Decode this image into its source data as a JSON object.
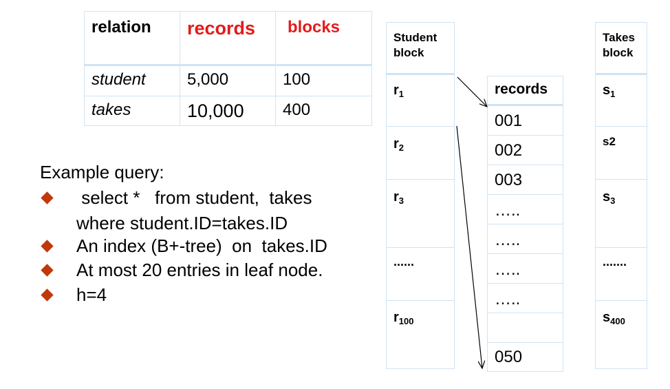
{
  "relation_table": {
    "headers": [
      "relation",
      "records",
      "blocks"
    ],
    "rows": [
      {
        "relation": "student",
        "records": "5,000",
        "blocks": "100"
      },
      {
        "relation": "takes",
        "records": "10,000",
        "blocks": "400"
      }
    ]
  },
  "query": {
    "heading": "Example query:",
    "bullets": [
      " select *   from student,  takes",
      "An index (B+-tree)  on  takes.ID",
      "At most 20 entries in leaf node.",
      "h=4"
    ],
    "bullet_continuation": "where student.ID=takes.ID"
  },
  "student_column": {
    "header": "Student\nblock",
    "cells": [
      {
        "base": "r",
        "sub": "1"
      },
      {
        "base": "r",
        "sub": "2"
      },
      {
        "base": "r",
        "sub": "3"
      },
      {
        "base": "......",
        "sub": ""
      },
      {
        "base": "r",
        "sub": "100"
      }
    ]
  },
  "records_column": {
    "header": "records",
    "items": [
      "001",
      "002",
      "003",
      "…..",
      "…..",
      "…..",
      "…..",
      "",
      "050"
    ]
  },
  "takes_column": {
    "header": "Takes\nblock",
    "cells": [
      {
        "base": "s",
        "sub": "1"
      },
      {
        "base": "s2",
        "sub": ""
      },
      {
        "base": "s",
        "sub": "3"
      },
      {
        "base": ".......",
        "sub": ""
      },
      {
        "base": "s",
        "sub": "400"
      }
    ]
  },
  "colors": {
    "grid": "#cfe3f4",
    "red_header": "#e31b1b",
    "bullet": "#c0390b"
  }
}
